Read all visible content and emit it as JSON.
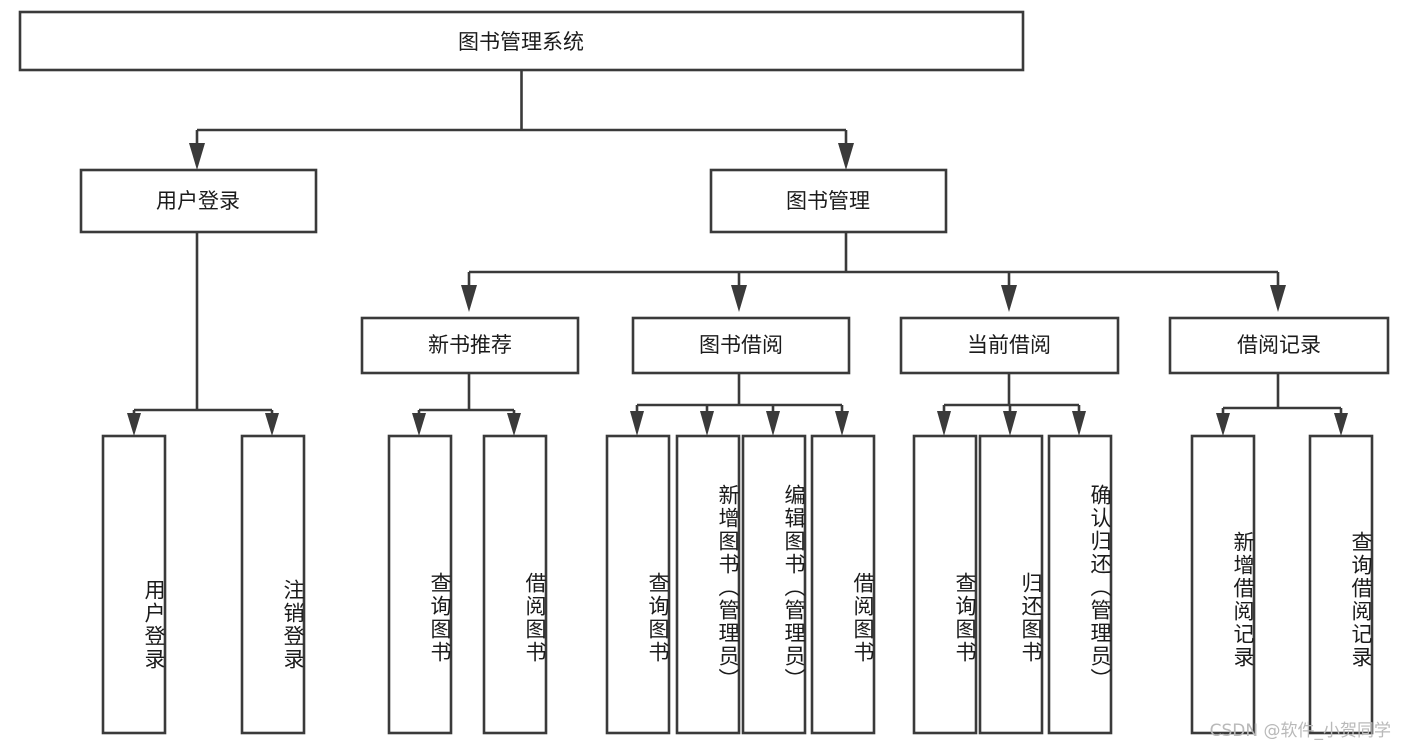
{
  "diagram": {
    "type": "tree",
    "title": "图书管理系统",
    "watermark": "CSDN @软件_小贺同学",
    "levels": {
      "root": {
        "label": "图书管理系统"
      },
      "level2": [
        {
          "id": "user-login",
          "label": "用户登录"
        },
        {
          "id": "book-manage",
          "label": "图书管理"
        }
      ],
      "level3": [
        {
          "id": "new-book-rec",
          "label": "新书推荐",
          "parent": "book-manage"
        },
        {
          "id": "book-borrow",
          "label": "图书借阅",
          "parent": "book-manage"
        },
        {
          "id": "current-borrow",
          "label": "当前借阅",
          "parent": "book-manage"
        },
        {
          "id": "borrow-record",
          "label": "借阅记录",
          "parent": "book-manage"
        }
      ],
      "leaves": [
        {
          "id": "leaf-user-login",
          "label": "用户登录",
          "parent": "user-login"
        },
        {
          "id": "leaf-user-logout",
          "label": "注销登录",
          "parent": "user-login"
        },
        {
          "id": "leaf-query-book-1",
          "label": "查询图书",
          "parent": "new-book-rec"
        },
        {
          "id": "leaf-borrow-book-1",
          "label": "借阅图书",
          "parent": "new-book-rec"
        },
        {
          "id": "leaf-query-book-2",
          "label": "查询图书",
          "parent": "book-borrow"
        },
        {
          "id": "leaf-add-book",
          "label": "新增图书（管理员）",
          "parent": "book-borrow"
        },
        {
          "id": "leaf-edit-book",
          "label": "编辑图书（管理员）",
          "parent": "book-borrow"
        },
        {
          "id": "leaf-borrow-book-2",
          "label": "借阅图书",
          "parent": "book-borrow"
        },
        {
          "id": "leaf-query-book-3",
          "label": "查询图书",
          "parent": "current-borrow"
        },
        {
          "id": "leaf-return-book",
          "label": "归还图书",
          "parent": "current-borrow"
        },
        {
          "id": "leaf-confirm-return",
          "label": "确认归还（管理员）",
          "parent": "current-borrow"
        },
        {
          "id": "leaf-add-record",
          "label": "新增借阅记录",
          "parent": "borrow-record"
        },
        {
          "id": "leaf-query-record",
          "label": "查询借阅记录",
          "parent": "borrow-record"
        }
      ]
    },
    "colors": {
      "stroke": "#3a3a3a",
      "fill": "#ffffff",
      "text": "#1b1b1b",
      "watermark": "#b9b9b9"
    }
  }
}
